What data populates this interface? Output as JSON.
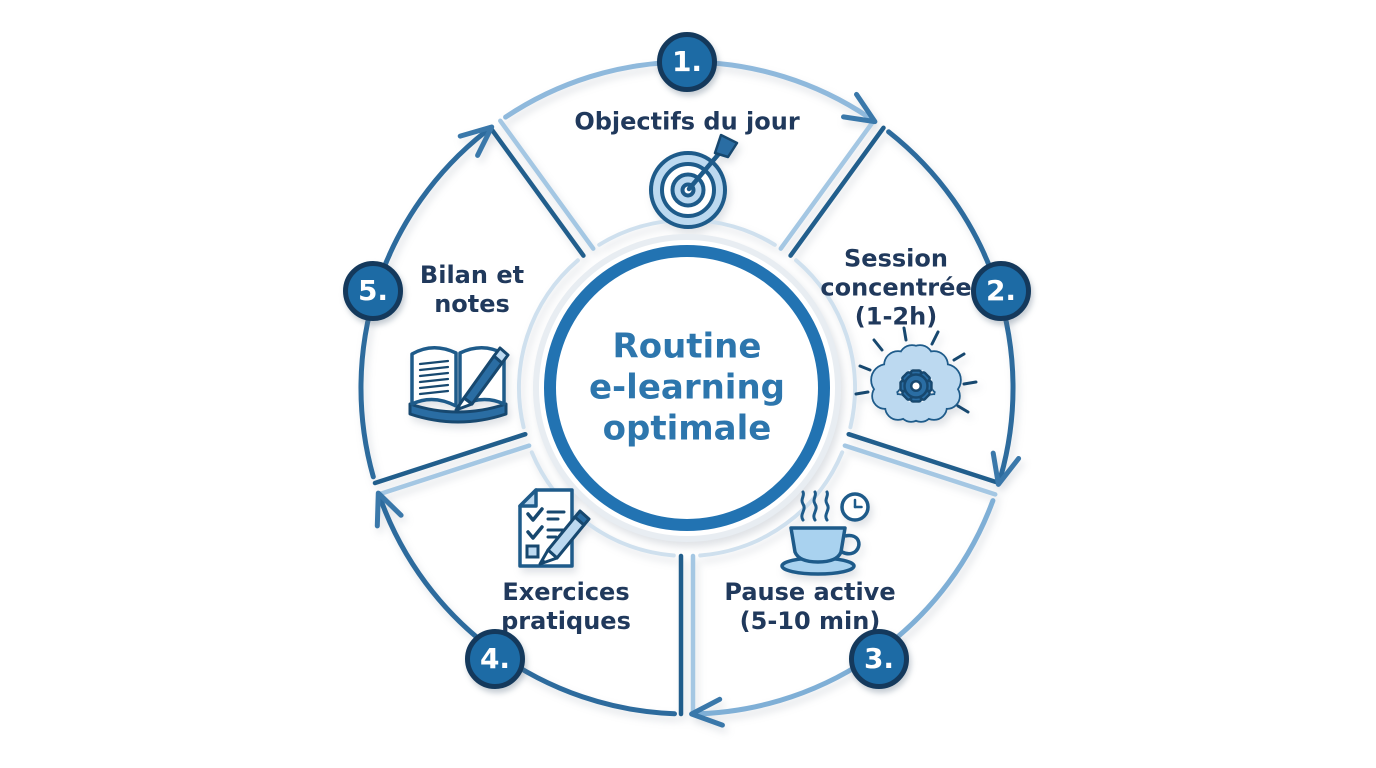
{
  "diagram": {
    "center": {
      "title": "Routine e-learning optimale",
      "lines": [
        "Routine",
        "e-learning",
        "optimale"
      ]
    },
    "steps": [
      {
        "number": "1.",
        "label": "Objectifs du jour",
        "lines": [
          "Objectifs du jour"
        ],
        "icon": "target-icon"
      },
      {
        "number": "2.",
        "label": "Session concentrée (1-2h)",
        "lines": [
          "Session",
          "concentrée",
          "(1-2h)"
        ],
        "icon": "brain-gear-icon"
      },
      {
        "number": "3.",
        "label": "Pause active (5-10 min)",
        "lines": [
          "Pause active",
          "(5-10 min)"
        ],
        "icon": "coffee-cup-icon"
      },
      {
        "number": "4.",
        "label": "Exercices pratiques",
        "lines": [
          "Exercices",
          "pratiques"
        ],
        "icon": "checklist-pencil-icon"
      },
      {
        "number": "5.",
        "label": "Bilan et notes",
        "lines": [
          "Bilan et",
          "notes"
        ],
        "icon": "open-book-pen-icon"
      }
    ],
    "colors": {
      "badge_fill": "#1d6ba5",
      "badge_border": "#14395c",
      "ring_blue": "#2273b2",
      "title_blue": "#2d76ad",
      "text_navy": "#20395c",
      "icon_light": "#bcd9f0",
      "icon_mid": "#2a6da3",
      "icon_dark": "#1e5b8a",
      "arc_dark": "#2d6b9d",
      "arc_light": "#8fb9dc"
    }
  }
}
